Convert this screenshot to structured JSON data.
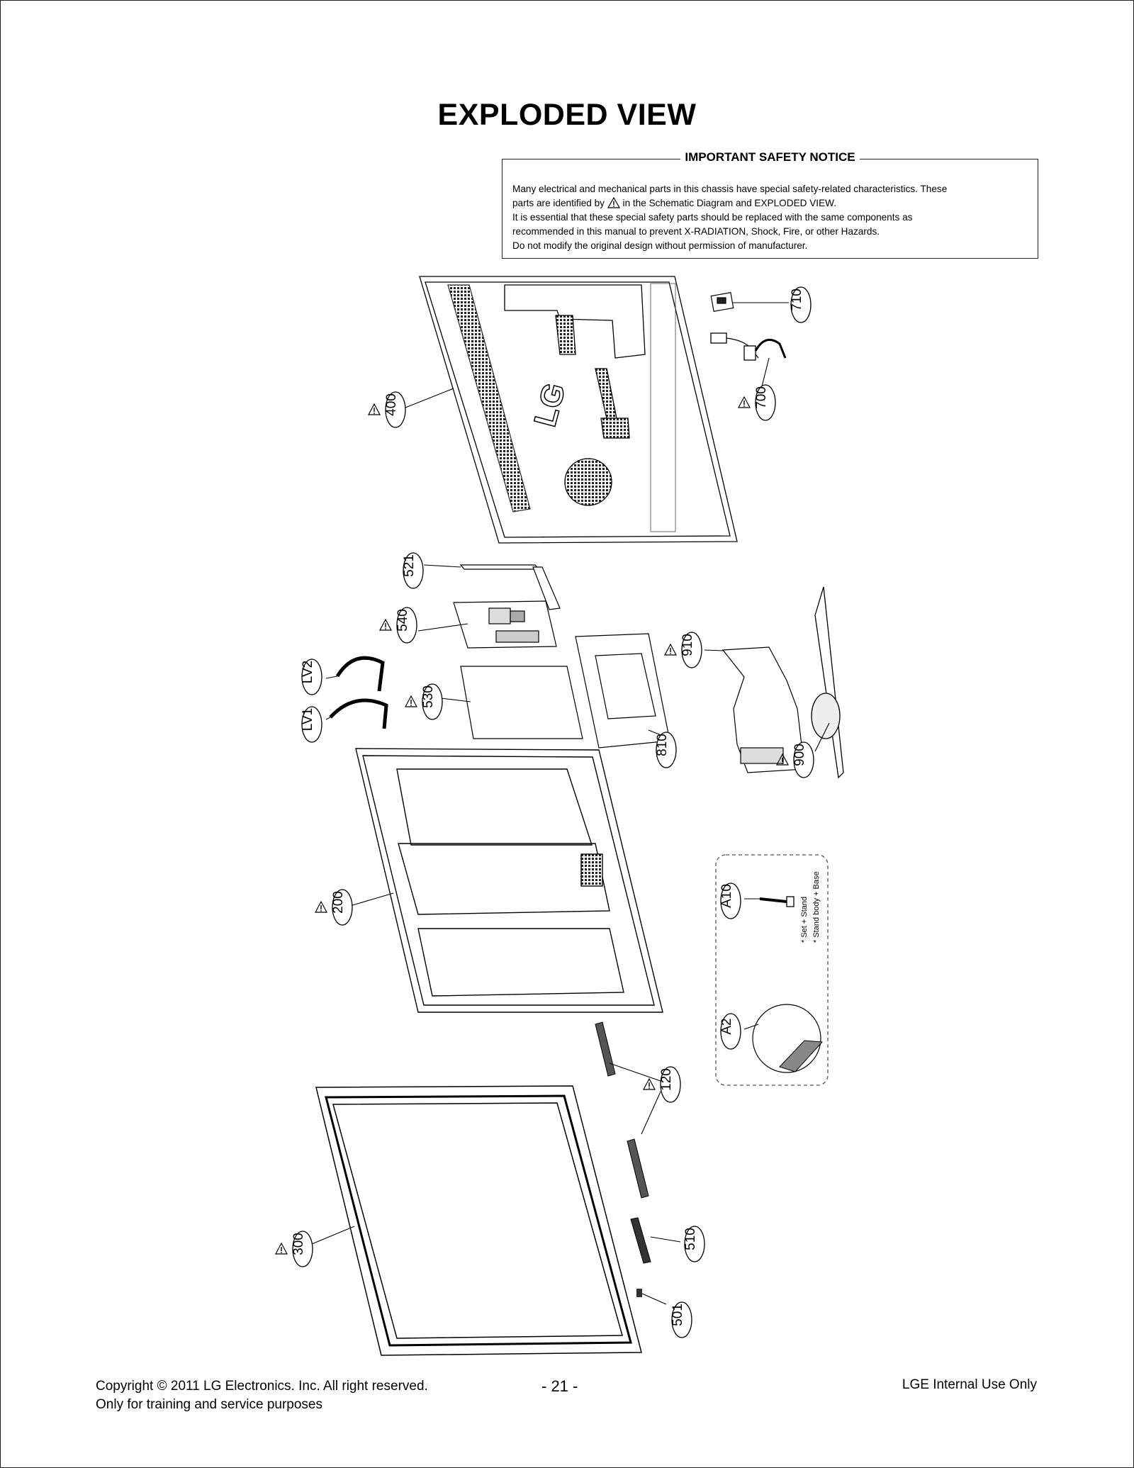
{
  "title": "EXPLODED VIEW",
  "notice": {
    "heading": "IMPORTANT SAFETY NOTICE",
    "line1": "Many electrical and mechanical parts in this chassis have special safety-related characteristics. These",
    "line2a": "parts are identified by",
    "line2b": "in the Schematic Diagram and EXPLODED VIEW.",
    "line3": "It is essential that these special safety parts should be replaced with the same components as",
    "line4": "recommended in this manual to prevent X-RADIATION, Shock, Fire, or other Hazards.",
    "line5": "Do not modify the original design without permission of manufacturer."
  },
  "diagram": {
    "brand_logo": "LG",
    "parts": [
      {
        "id": "p710",
        "label": "710",
        "safety": false
      },
      {
        "id": "p700",
        "label": "700",
        "safety": true
      },
      {
        "id": "p400",
        "label": "400",
        "safety": true
      },
      {
        "id": "p521",
        "label": "521",
        "safety": false
      },
      {
        "id": "p540",
        "label": "540",
        "safety": true
      },
      {
        "id": "pLV2",
        "label": "LV2",
        "safety": false
      },
      {
        "id": "pLV1",
        "label": "LV1",
        "safety": false
      },
      {
        "id": "p530",
        "label": "530",
        "safety": true
      },
      {
        "id": "p910",
        "label": "910",
        "safety": true
      },
      {
        "id": "p810",
        "label": "810",
        "safety": false
      },
      {
        "id": "p900",
        "label": "900",
        "safety": true
      },
      {
        "id": "p200",
        "label": "200",
        "safety": true
      },
      {
        "id": "pA10",
        "label": "A10",
        "safety": false
      },
      {
        "id": "pA2",
        "label": "A2",
        "safety": false
      },
      {
        "id": "p120",
        "label": "120",
        "safety": true
      },
      {
        "id": "p300",
        "label": "300",
        "safety": true
      },
      {
        "id": "p510",
        "label": "510",
        "safety": false
      },
      {
        "id": "p501",
        "label": "501",
        "safety": false
      }
    ],
    "screw_note1": "* Set + Stand",
    "screw_note2": "* Stand body + Base"
  },
  "footer": {
    "copyright": "Copyright  © 2011 LG Electronics. Inc. All right reserved.",
    "training": "Only for training and service purposes",
    "page_number": "- 21 -",
    "internal": "LGE Internal Use Only"
  }
}
